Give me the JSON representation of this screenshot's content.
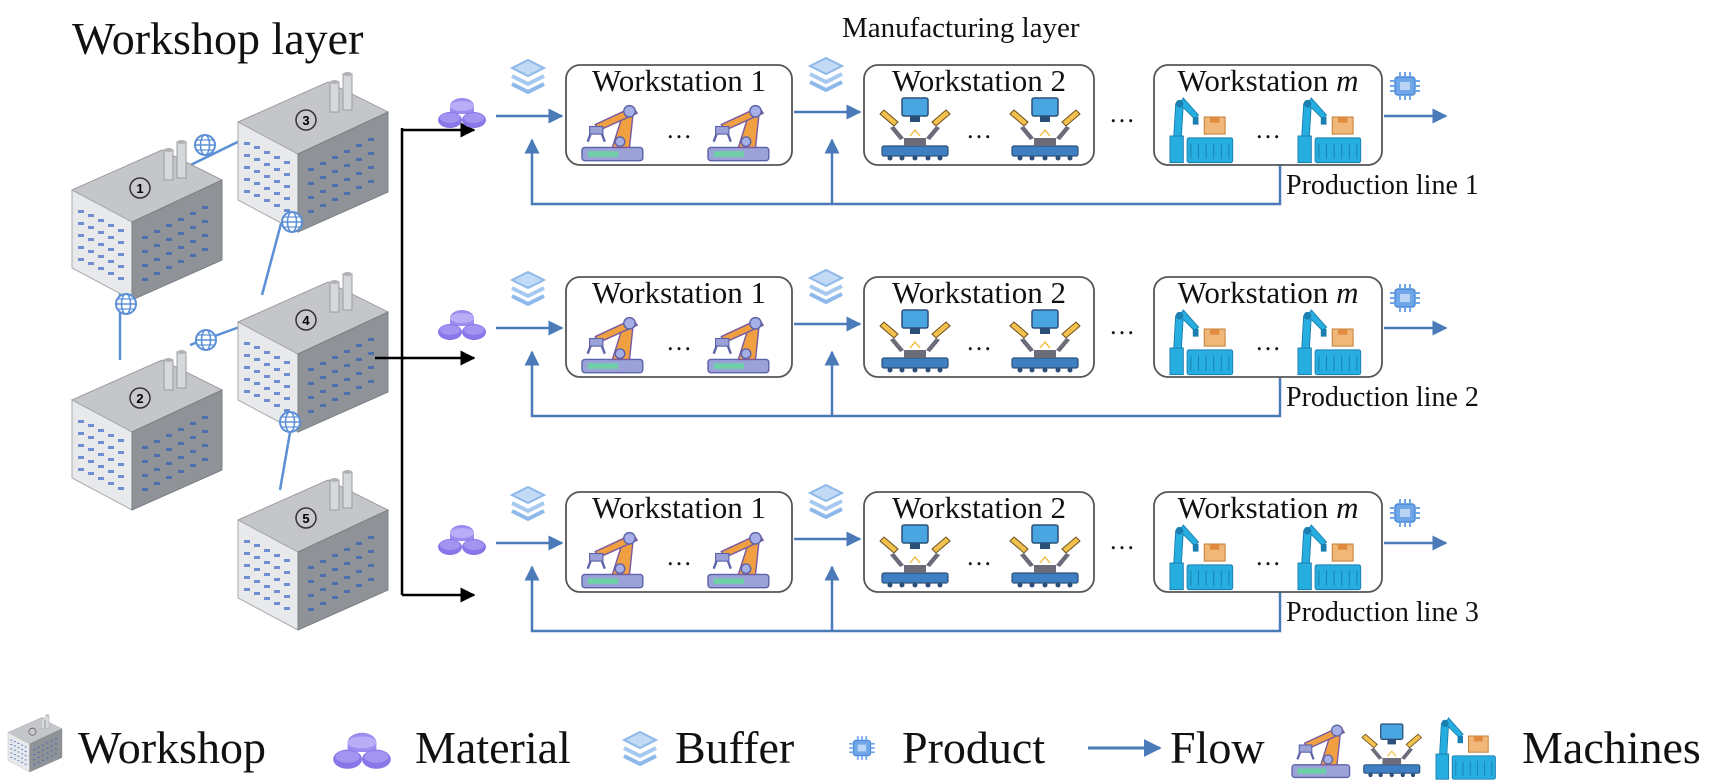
{
  "workshop_layer": {
    "title": "Workshop layer",
    "workshops": [
      "1",
      "2",
      "3",
      "4",
      "5"
    ]
  },
  "manufacturing_layer": {
    "title": "Manufacturing layer",
    "ellipsis": "…",
    "production_lines": [
      {
        "label": "Production line 1",
        "stations": [
          {
            "name": "Workstation 1",
            "suffix": ""
          },
          {
            "name": "Workstation 2",
            "suffix": ""
          },
          {
            "name": "Workstation ",
            "suffix": "m"
          }
        ]
      },
      {
        "label": "Production line 2",
        "stations": [
          {
            "name": "Workstation 1",
            "suffix": ""
          },
          {
            "name": "Workstation 2",
            "suffix": ""
          },
          {
            "name": "Workstation ",
            "suffix": "m"
          }
        ]
      },
      {
        "label": "Production line 3",
        "stations": [
          {
            "name": "Workstation 1",
            "suffix": ""
          },
          {
            "name": "Workstation 2",
            "suffix": ""
          },
          {
            "name": "Workstation ",
            "suffix": "m"
          }
        ]
      }
    ]
  },
  "legend": {
    "workshop": "Workshop",
    "material": "Material",
    "buffer": "Buffer",
    "product": "Product",
    "flow": "Flow",
    "machines": "Machines"
  },
  "colors": {
    "flow_blue": "#4a7ab8",
    "network_blue": "#5b8fd6",
    "material_purple": "#9b8cf0",
    "buffer_blue": "#8db8ea",
    "robot_orange": "#f0a040",
    "robot_purple": "#8080d0",
    "cobot_cyan": "#27aee0",
    "building_gray": "#a8abb0"
  }
}
